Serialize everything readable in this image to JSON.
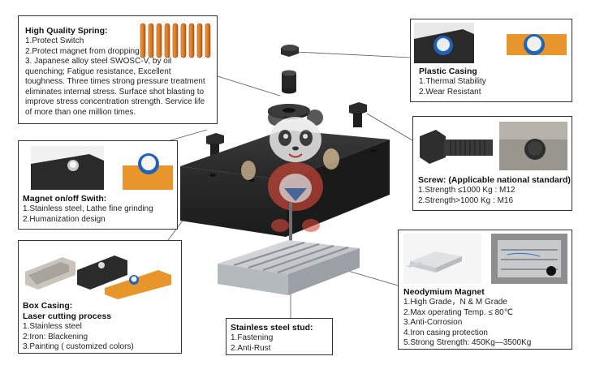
{
  "spring": {
    "title": "High Quality Spring:",
    "lines": [
      "1.Protect Switch",
      "2.Protect magnet from dropping",
      "3. Japanese alloy steel SWOSC-V, by oil quenching; Fatigue resistance, Excellent toughness. Three times strong pressure treatment eliminates internal stress. Surface shot blasting to improve stress concentration strength. Service life of more than one million times."
    ]
  },
  "plastic": {
    "title": "Plastic Casing",
    "lines": [
      "1.Thermal Stability",
      "2.Wear Resistant"
    ]
  },
  "switch": {
    "title": "Magnet  on/off Swith:",
    "lines": [
      "1.Stainless steel, Lathe fine grinding",
      "2.Humanization design"
    ]
  },
  "screw": {
    "title": "Screw: (Applicable national standard)",
    "lines": [
      "1.Strength ≤1000 Kg : M12",
      "2.Strength>1000 Kg : M16"
    ]
  },
  "box": {
    "title1": "Box Casing:",
    "title2": "Laser cutting process",
    "lines": [
      "1.Stainless steel",
      "2:Iron: Blackening",
      "3.Painting ( customized colors)"
    ]
  },
  "stud": {
    "title": "Stainless steel stud:",
    "lines": [
      "1.Fastening",
      "2.Anti-Rust"
    ]
  },
  "neo": {
    "title": "Neodymium Magnet",
    "lines": [
      "1.High Grade，N & M Grade",
      "2.Max operating Temp. ≤ 80℃",
      "3.Anti-Corrosion",
      "4.Iron casing protection",
      "5.Strong Strength: 450Kg—3500Kg"
    ]
  },
  "colors": {
    "orange": "#e8892c",
    "black_casing": "#2b2b2b",
    "magnet_gray": "#d2d6da"
  }
}
